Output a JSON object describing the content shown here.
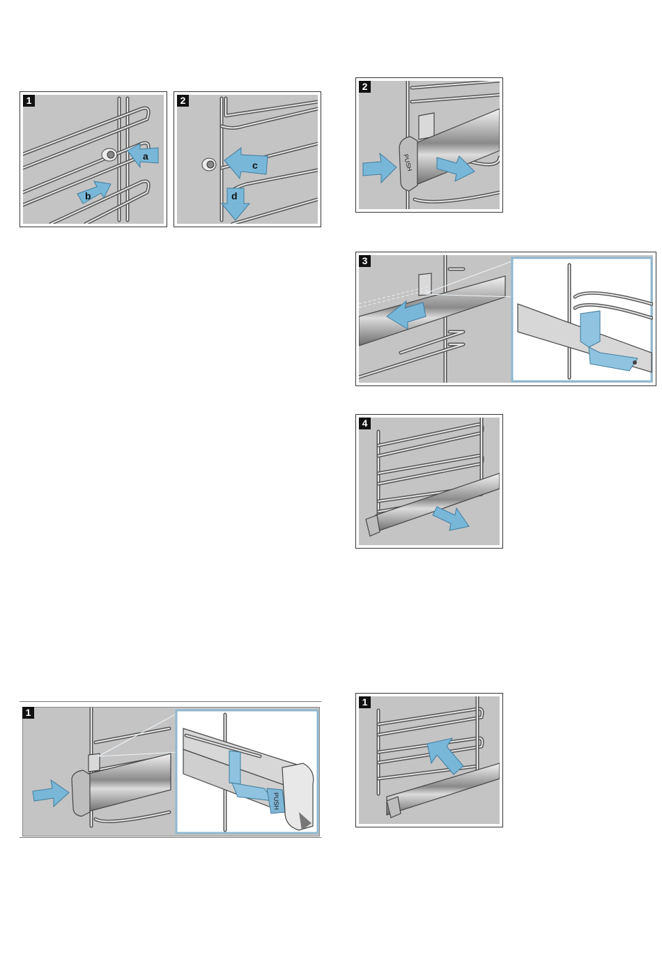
{
  "page": {
    "background": "#ffffff",
    "panel_background": "#c4c4c4",
    "arrow_color": "#79b7d8"
  },
  "figures": {
    "fig_top_left_1": {
      "step": "1",
      "labels": {
        "a": "a",
        "b": "b"
      }
    },
    "fig_top_left_2": {
      "step": "2",
      "labels": {
        "c": "c",
        "d": "d"
      }
    },
    "fig_right_2": {
      "step": "2",
      "push_label": "PUSH"
    },
    "fig_right_3": {
      "step": "3"
    },
    "fig_right_4": {
      "step": "4"
    },
    "fig_bottom_left_1": {
      "step": "1",
      "push_label": "PUSH"
    },
    "fig_bottom_right_1": {
      "step": "1"
    }
  }
}
